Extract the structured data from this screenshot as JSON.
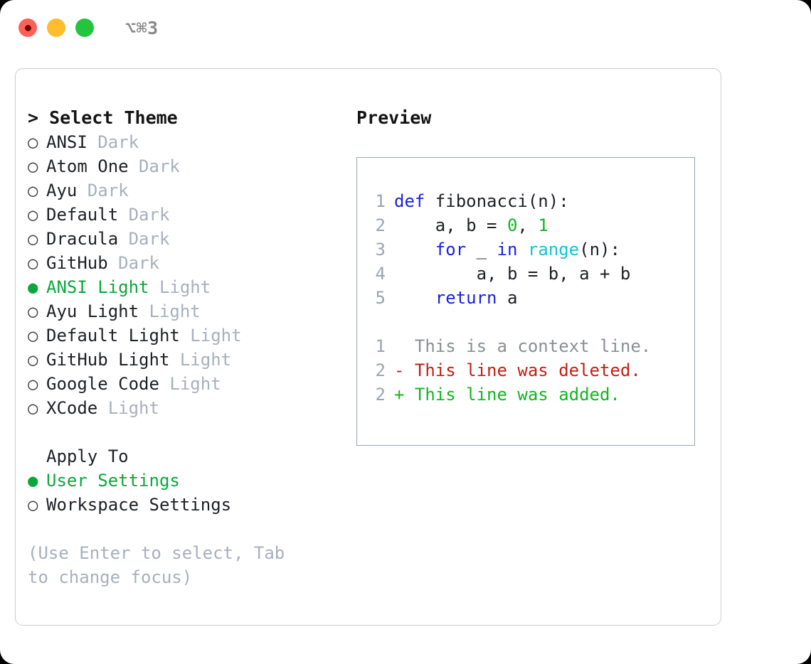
{
  "titlebar": {
    "shortcut": "⌥⌘3",
    "buttons": [
      {
        "name": "close",
        "color": "#ff6159"
      },
      {
        "name": "minimize",
        "color": "#ffbd2e"
      },
      {
        "name": "maximize",
        "color": "#23c53f"
      }
    ]
  },
  "theme_picker": {
    "header": "> Select Theme",
    "caret": ">",
    "header_label": "Select Theme",
    "marker_off": "○",
    "marker_on": "●",
    "items": [
      {
        "name": "ANSI",
        "kind": "Dark",
        "selected": false
      },
      {
        "name": "Atom One",
        "kind": "Dark",
        "selected": false
      },
      {
        "name": "Ayu",
        "kind": "Dark",
        "selected": false
      },
      {
        "name": "Default",
        "kind": "Dark",
        "selected": false
      },
      {
        "name": "Dracula",
        "kind": "Dark",
        "selected": false
      },
      {
        "name": "GitHub",
        "kind": "Dark",
        "selected": false
      },
      {
        "name": "ANSI Light",
        "kind": "Light",
        "selected": true
      },
      {
        "name": "Ayu Light",
        "kind": "Light",
        "selected": false
      },
      {
        "name": "Default Light",
        "kind": "Light",
        "selected": false
      },
      {
        "name": "GitHub Light",
        "kind": "Light",
        "selected": false
      },
      {
        "name": "Google Code",
        "kind": "Light",
        "selected": false
      },
      {
        "name": "XCode",
        "kind": "Light",
        "selected": false
      }
    ]
  },
  "apply_to": {
    "header": "Apply To",
    "items": [
      {
        "name": "User Settings",
        "selected": true
      },
      {
        "name": "Workspace Settings",
        "selected": false
      }
    ]
  },
  "hint": "(Use Enter to select, Tab to change focus)",
  "preview": {
    "title": "Preview",
    "code_lines": [
      {
        "no": "1",
        "tokens": [
          {
            "t": "def",
            "c": "kw"
          },
          {
            "t": " fibonacci(n):",
            "c": "plain"
          }
        ]
      },
      {
        "no": "2",
        "tokens": [
          {
            "t": "    a, b = ",
            "c": "plain"
          },
          {
            "t": "0",
            "c": "num"
          },
          {
            "t": ", ",
            "c": "plain"
          },
          {
            "t": "1",
            "c": "num"
          }
        ]
      },
      {
        "no": "3",
        "tokens": [
          {
            "t": "    ",
            "c": "plain"
          },
          {
            "t": "for",
            "c": "kw"
          },
          {
            "t": " _ ",
            "c": "plain"
          },
          {
            "t": "in",
            "c": "kw"
          },
          {
            "t": " ",
            "c": "plain"
          },
          {
            "t": "range",
            "c": "fn"
          },
          {
            "t": "(n):",
            "c": "plain"
          }
        ]
      },
      {
        "no": "4",
        "tokens": [
          {
            "t": "        a, b = b, a + b",
            "c": "plain"
          }
        ]
      },
      {
        "no": "5",
        "tokens": [
          {
            "t": "    ",
            "c": "plain"
          },
          {
            "t": "return",
            "c": "kw"
          },
          {
            "t": " a",
            "c": "plain"
          }
        ]
      }
    ],
    "diff_lines": [
      {
        "no": "1",
        "marker": " ",
        "text": "  This is a context line.",
        "kind": "ctx"
      },
      {
        "no": "2",
        "marker": "-",
        "text": "- This line was deleted.",
        "kind": "del"
      },
      {
        "no": "2",
        "marker": "+",
        "text": "+ This line was added.",
        "kind": "add"
      }
    ]
  },
  "colors": {
    "accent_green": "#0aa83c",
    "muted": "#a7b0bd",
    "keyword": "#1823e0",
    "function": "#12c3d6",
    "number": "#0fb81f",
    "diff_added": "#0fb81f",
    "diff_deleted": "#c21f13",
    "panel_border": "#9aa5b1"
  }
}
